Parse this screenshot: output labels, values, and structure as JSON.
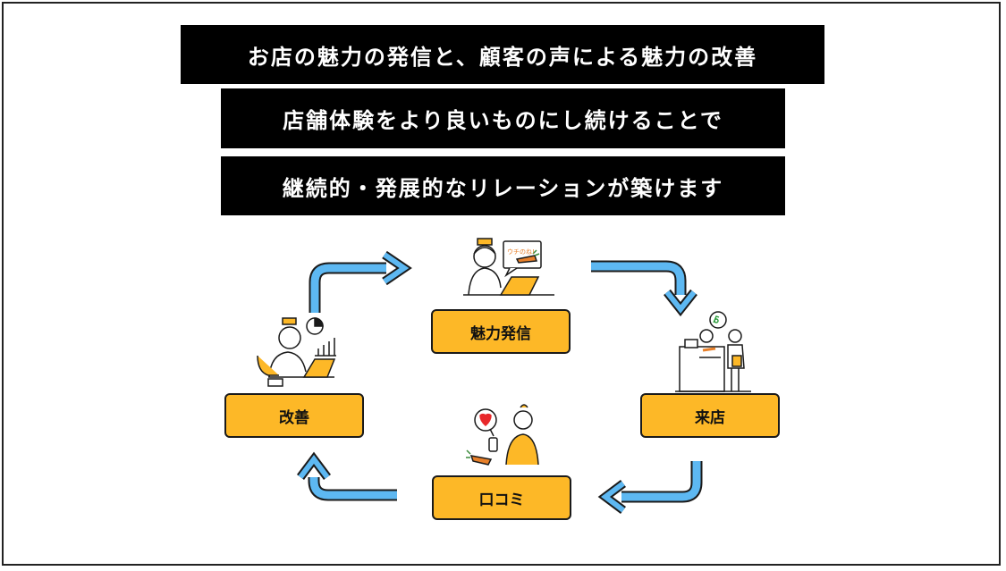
{
  "headlines": [
    "お店の魅力の発信と、顧客の声による魅力の改善",
    "店舗体験をより良いものにし続けることで",
    "継続的・発展的なリレーションが築けます"
  ],
  "cycle": {
    "hassin": "魅力発信",
    "raiten": "来店",
    "kuchikomi": "口コミ",
    "kaizen": "改善"
  },
  "illustration_text": {
    "bubble": "ウチのね!"
  },
  "colors": {
    "node_fill": "#FDB827",
    "arrow_fill": "#5DB8F2",
    "headline_bg": "#000000",
    "heart": "#E8282B",
    "carrot": "#E8802A"
  }
}
